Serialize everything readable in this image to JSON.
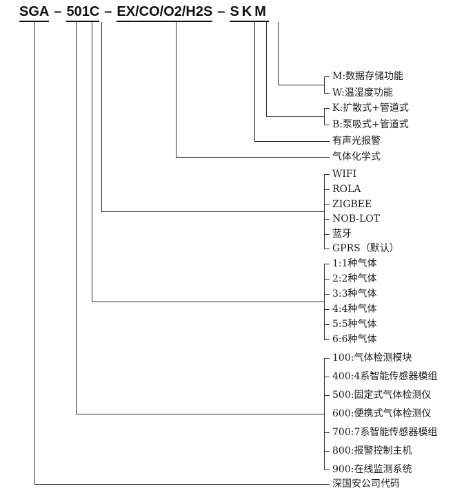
{
  "page": {
    "background": "#ffffff",
    "line_color": "#2b2b2b",
    "text_color": "#1a1a1a"
  },
  "model_code": {
    "company": "SGA",
    "dash": "–",
    "series": "501C",
    "gas_formula": "EX/CO/O2/H2S",
    "options": "SKM"
  },
  "annotations": {
    "storage_options": [
      "M:数据存储功能",
      "W:温湿度功能"
    ],
    "sampling_options": [
      "K:扩散式+管道式",
      "B:泵吸式+管道式"
    ],
    "alarm_label": "有声光报警",
    "gas_formula_label": "气体化学式",
    "comm_options": [
      "WIFI",
      "ROLA",
      "ZIGBEE",
      "NOB-LOT",
      "蓝牙",
      "GPRS（默认）"
    ],
    "gas_count_options": [
      "1:1种气体",
      "2:2种气体",
      "3:3种气体",
      "4:4种气体",
      "5:5种气体",
      "6:6种气体"
    ],
    "series_options": [
      "100:气体检测模块",
      "400:4系智能传感器模组",
      "500:固定式气体检测仪",
      "600:便携式气体检测仪",
      "700:7系智能传感器模组",
      "800:报警控制主机",
      "900:在线监测系统"
    ],
    "company_label": "深国安公司代码"
  }
}
